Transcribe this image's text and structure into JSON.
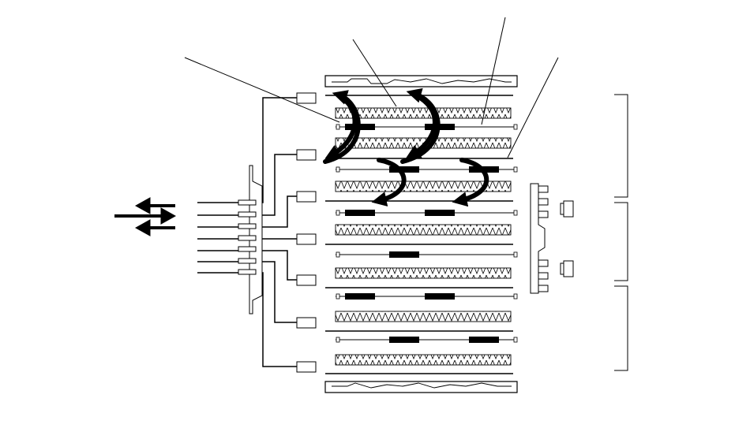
{
  "diagram": {
    "colors": {
      "stroke": "#000000",
      "background": "#ffffff"
    },
    "plate_count": 6,
    "sheet_count": 6,
    "fin_count": 7,
    "bracket_count": 3,
    "heat_flow_arrow_count": 6,
    "bidirectional_arrow": "left-right",
    "labels": []
  }
}
